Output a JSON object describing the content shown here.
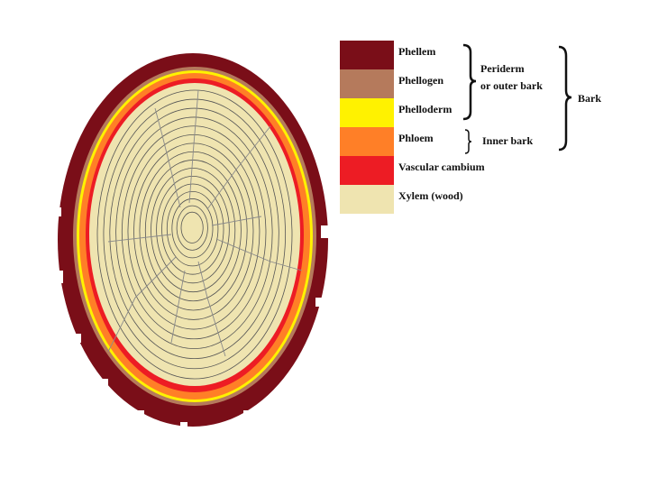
{
  "legend": {
    "items": [
      {
        "id": "phellem",
        "label": "Phellem",
        "color": "#7a0e18"
      },
      {
        "id": "phellogen",
        "label": "Phellogen",
        "color": "#b57a5c"
      },
      {
        "id": "phelloderm",
        "label": "Phelloderm",
        "color": "#fff200"
      },
      {
        "id": "phloem",
        "label": "Phloem",
        "color": "#ff7f27"
      },
      {
        "id": "vascular-cambium",
        "label": "Vascular cambium",
        "color": "#ed1c24"
      },
      {
        "id": "xylem",
        "label": "Xylem (wood)",
        "color": "#efe4b0"
      }
    ]
  },
  "groups": {
    "periderm_line1": "Periderm",
    "periderm_line2": "or outer bark",
    "inner_bark": "Inner bark",
    "bark": "Bark"
  },
  "colors": {
    "ring_line": "#555555",
    "ray_line": "#8a8a8a"
  }
}
